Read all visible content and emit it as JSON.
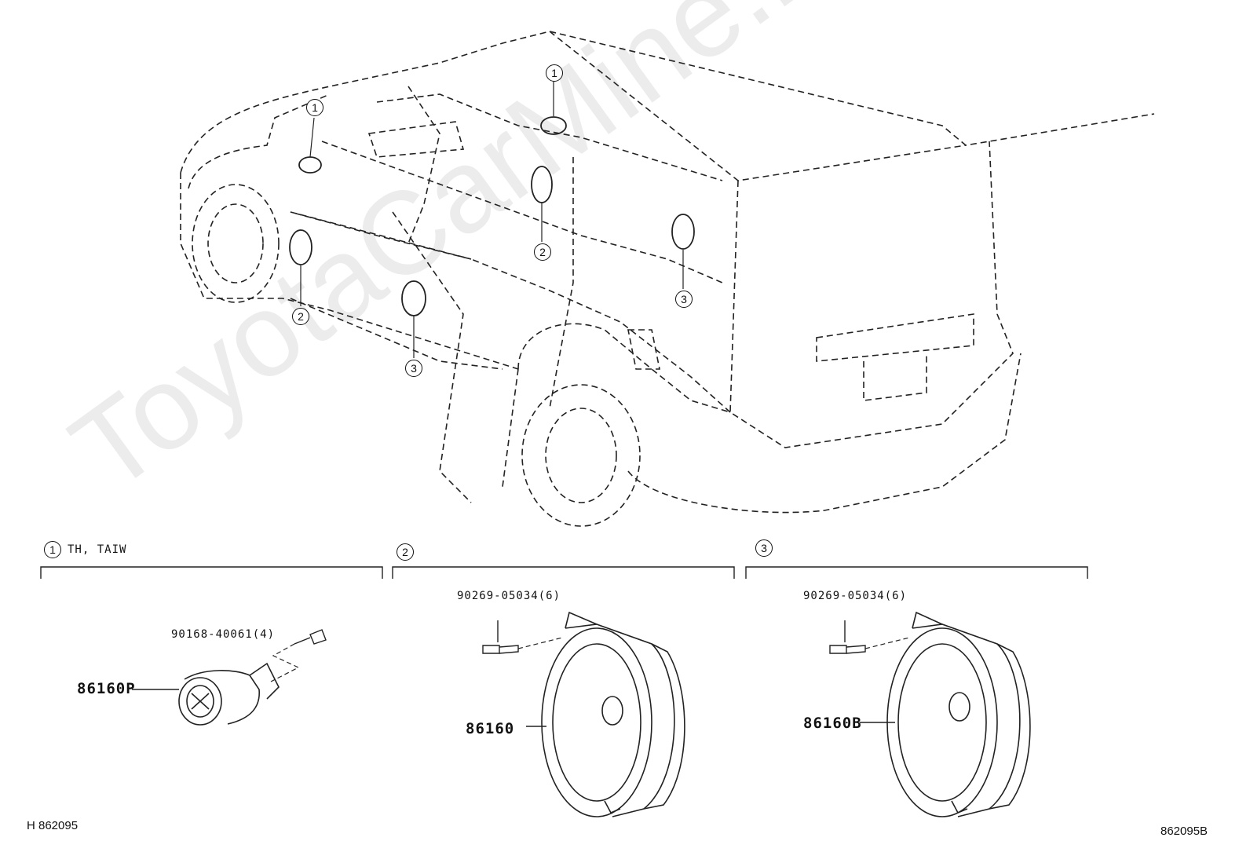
{
  "callouts": {
    "vehicle": [
      {
        "num": "1"
      },
      {
        "num": "1"
      },
      {
        "num": "2"
      },
      {
        "num": "2"
      },
      {
        "num": "3"
      },
      {
        "num": "3"
      }
    ]
  },
  "sections": [
    {
      "num": "1",
      "note": "TH, TAIW",
      "bolt": "90168-40061(4)",
      "part": "86160P"
    },
    {
      "num": "2",
      "bolt": "90269-05034(6)",
      "part": "86160"
    },
    {
      "num": "3",
      "bolt": "90269-05034(6)",
      "part": "86160B"
    }
  ],
  "footer": {
    "left_code": "H 862095",
    "right_code": "862095B"
  },
  "watermark": "ToyotaCarMine.ru"
}
